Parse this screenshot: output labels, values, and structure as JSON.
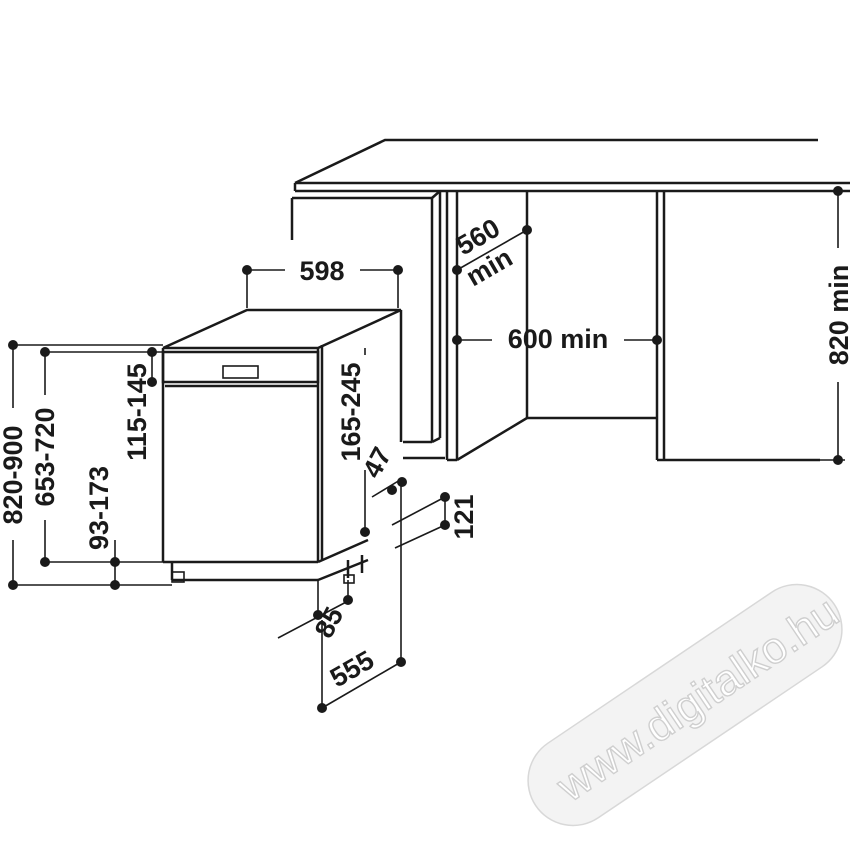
{
  "dimensions": {
    "width_598": "598",
    "depth_560_value": "560",
    "depth_560_unit": "min",
    "niche_width": "600 min",
    "niche_height": "820 min",
    "height_total": "820-900",
    "height_body": "653-720",
    "panel_115": "115-145",
    "foot_93": "93-173",
    "panel_165": "165-245",
    "gap_47": "47",
    "plinth_121": "121",
    "depth_85": "85",
    "depth_555": "555"
  },
  "watermark": "www.digitalko.hu",
  "colors": {
    "line": "#1a1a1a",
    "background": "#ffffff"
  }
}
